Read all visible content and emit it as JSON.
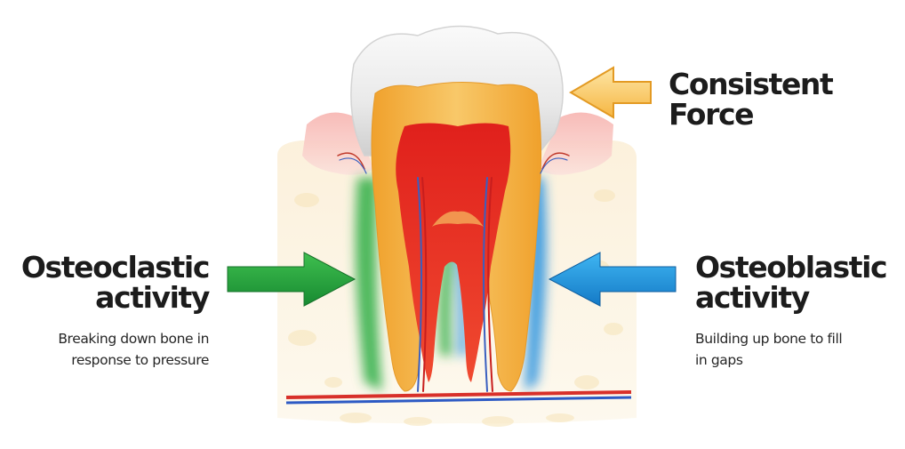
{
  "labels": {
    "force": {
      "line1": "Consistent",
      "line2": "Force"
    },
    "osteoclastic": {
      "line1": "Osteoclastic",
      "line2": "activity",
      "desc1": "Breaking down bone in",
      "desc2": "response to pressure"
    },
    "osteoblastic": {
      "line1": "Osteoblastic",
      "line2": "activity",
      "desc1": "Building up bone to fill",
      "desc2": "in gaps"
    }
  },
  "colors": {
    "enamel": "#eeeeee",
    "dentin": "#f3b33d",
    "pulp": "#e8322c",
    "gum": "#f4a6a3",
    "bone": "#fbf3dc",
    "osteoclastic_arrow": "#1f9a3a",
    "osteoblastic_arrow": "#1e90d8",
    "force_arrow": "#fbc866"
  },
  "icons": {
    "force_arrow": "arrow-left-icon",
    "osteoclastic_arrow": "arrow-right-icon",
    "osteoblastic_arrow": "arrow-left-icon"
  }
}
